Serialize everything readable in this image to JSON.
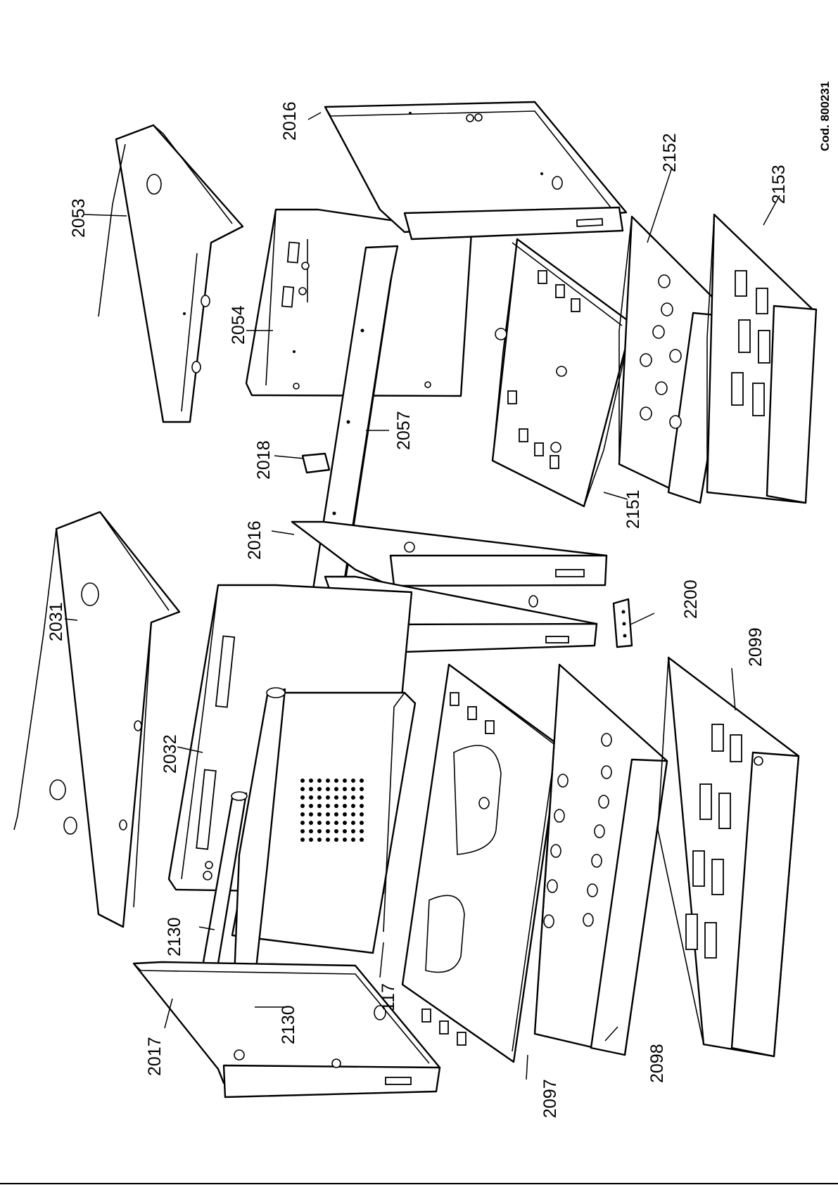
{
  "drawing": {
    "code": "Cod. 800231",
    "parts": [
      {
        "id": "p2016a",
        "label": "2016"
      },
      {
        "id": "p2053",
        "label": "2053"
      },
      {
        "id": "p2152",
        "label": "2152"
      },
      {
        "id": "p2153",
        "label": "2153"
      },
      {
        "id": "p2054",
        "label": "2054"
      },
      {
        "id": "p2057",
        "label": "2057"
      },
      {
        "id": "p2018",
        "label": "2018"
      },
      {
        "id": "p2151",
        "label": "2151"
      },
      {
        "id": "p2031",
        "label": "2031"
      },
      {
        "id": "p2016b",
        "label": "2016"
      },
      {
        "id": "p2200",
        "label": "2200"
      },
      {
        "id": "p2099",
        "label": "2099"
      },
      {
        "id": "p2032",
        "label": "2032"
      },
      {
        "id": "p2130a",
        "label": "2130"
      },
      {
        "id": "p117",
        "label": "117"
      },
      {
        "id": "p2130b",
        "label": "2130"
      },
      {
        "id": "p2017",
        "label": "2017"
      },
      {
        "id": "p2097",
        "label": "2097"
      },
      {
        "id": "p2098",
        "label": "2098"
      }
    ]
  }
}
